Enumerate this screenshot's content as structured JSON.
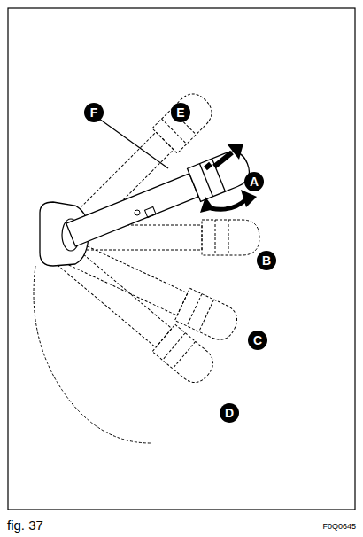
{
  "diagram": {
    "labels": [
      "F",
      "E",
      "A",
      "B",
      "C",
      "D",
      "fig. 37",
      "F0Q0645"
    ]
  }
}
